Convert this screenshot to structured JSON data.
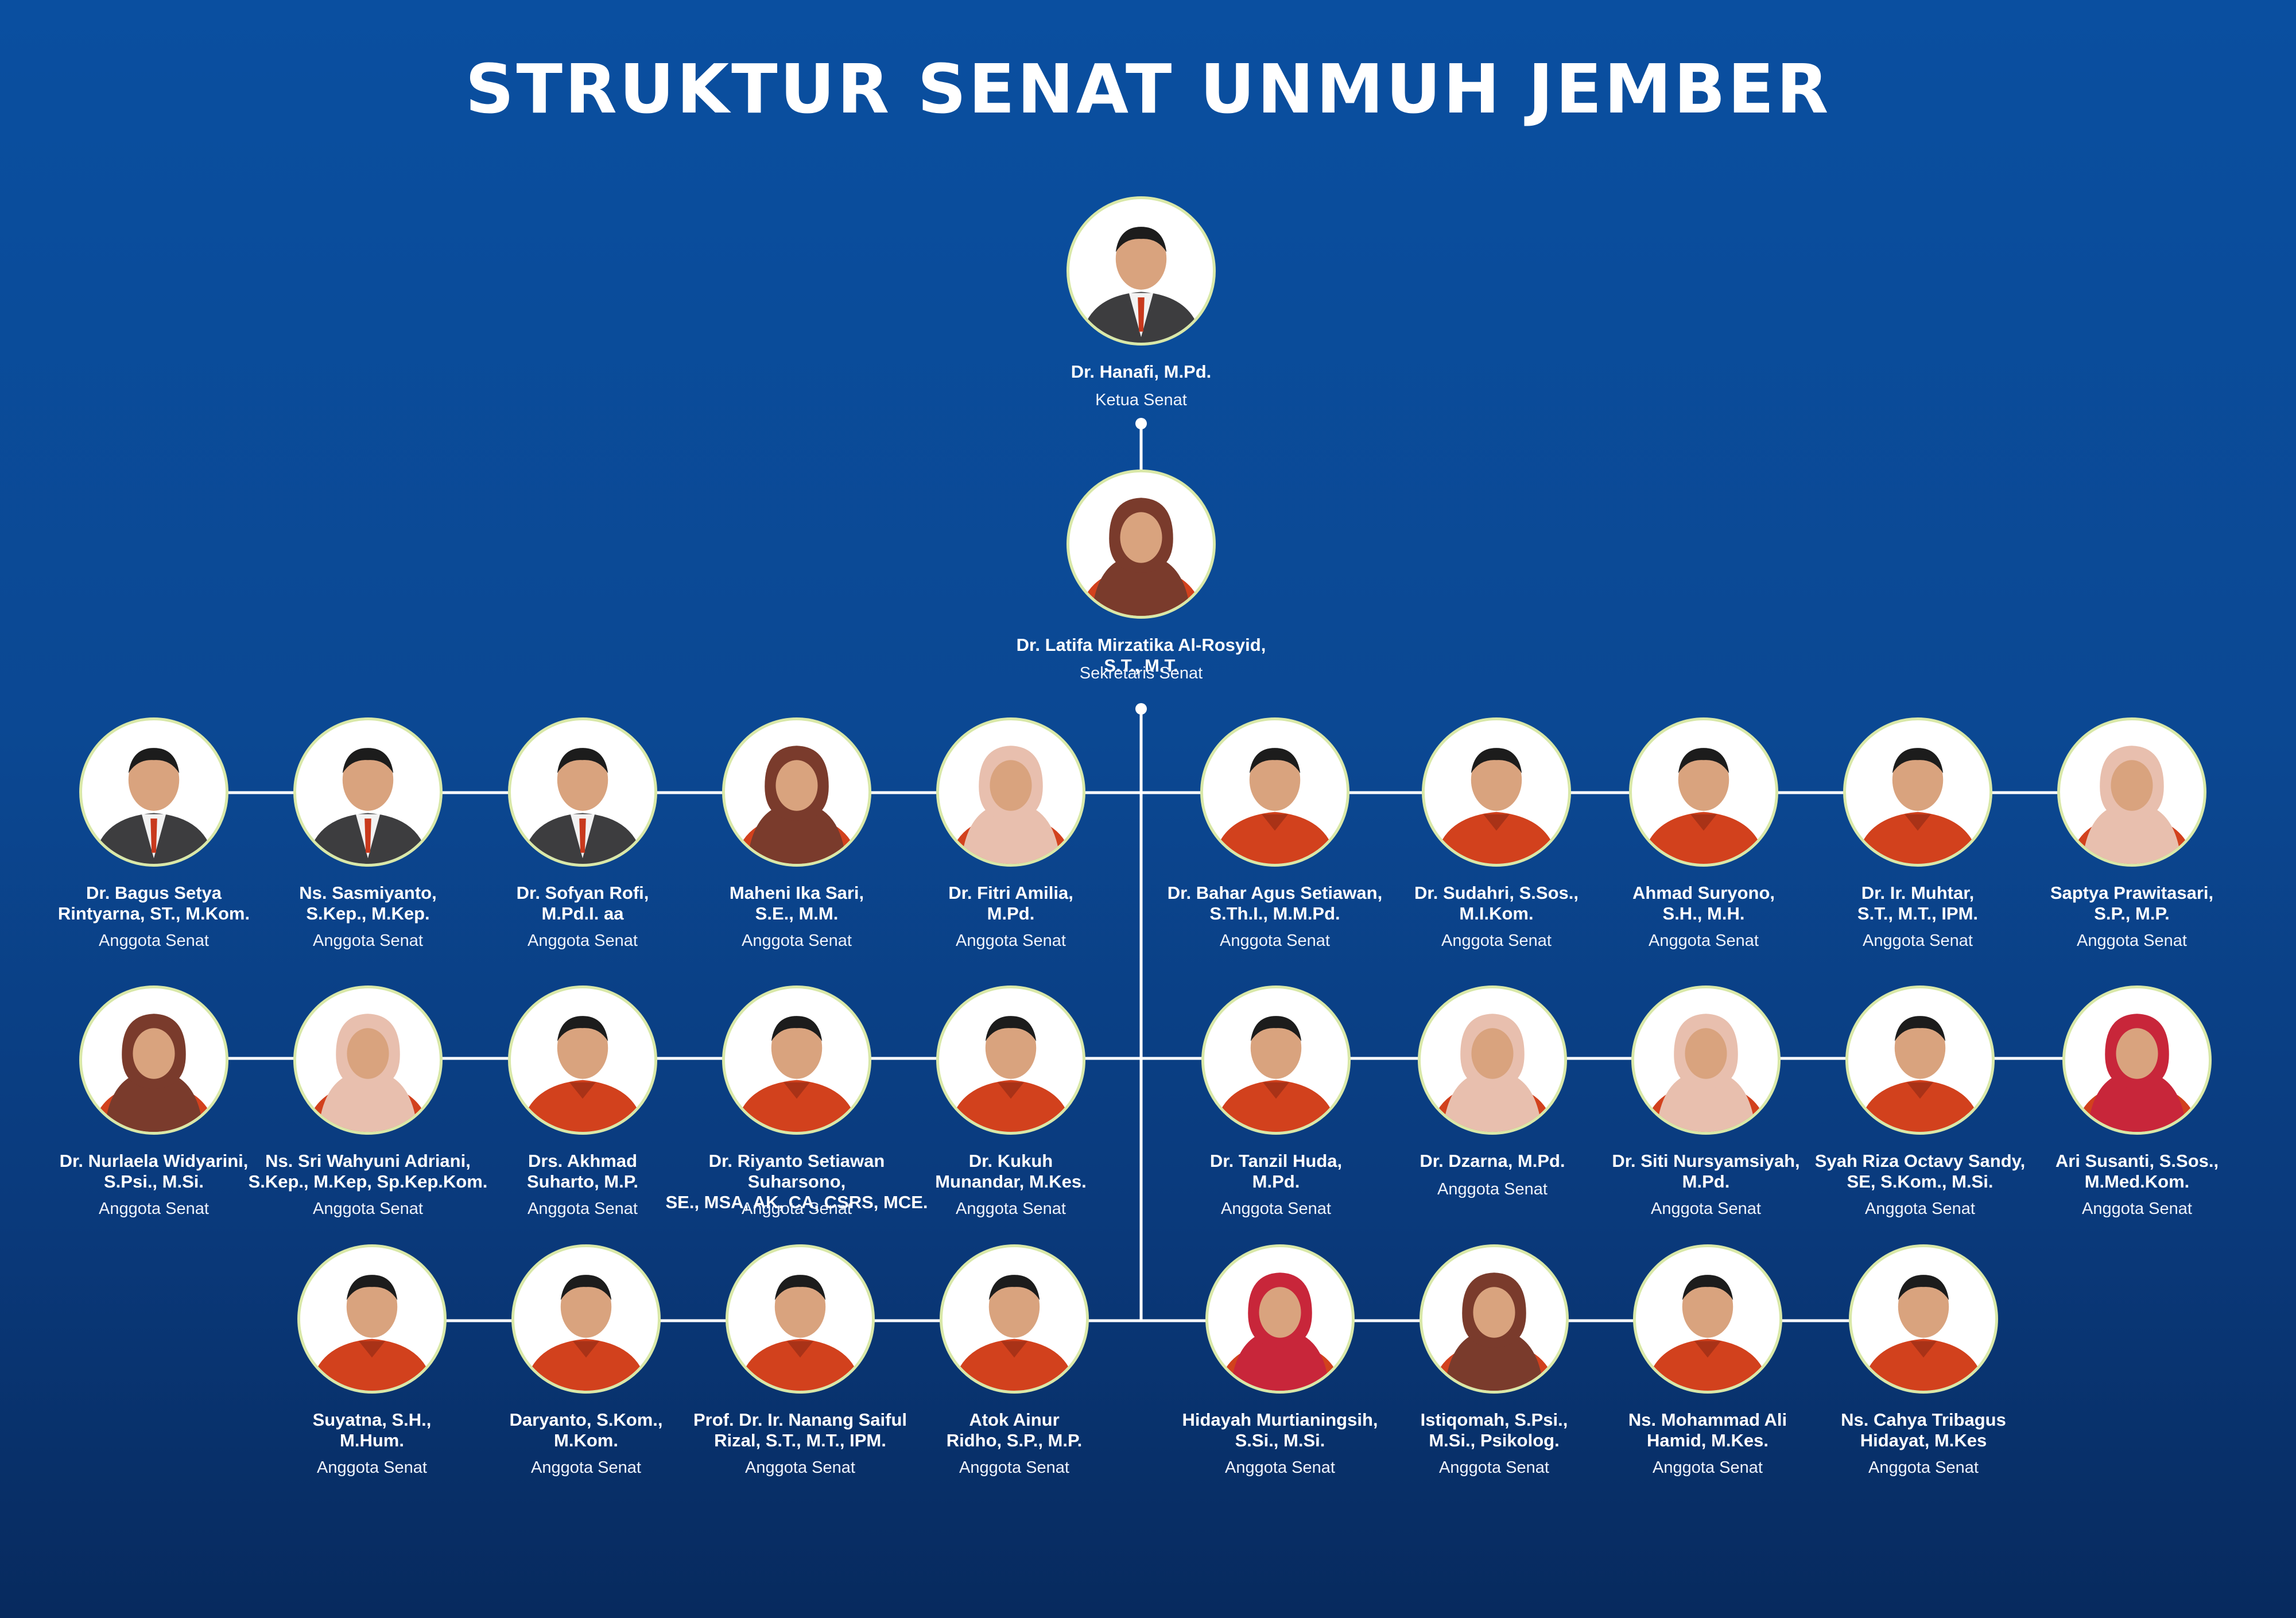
{
  "title": "STRUKTUR SENAT UNMUH JEMBER",
  "colors": {
    "background_top": "#0a4fa0",
    "background_bottom": "#072a5e",
    "line": "#ffffff",
    "photo_ring": "#d9e8a8",
    "uniform": "#d2411d"
  },
  "ketua": {
    "name": "Dr. Hanafi, M.Pd.",
    "role": "Ketua Senat"
  },
  "sekretaris": {
    "name": "Dr. Latifa Mirzatika Al-Rosyid, S.T., M.T.",
    "role": "Sekretaris Senat"
  },
  "members": [
    {
      "name": "Dr. Bagus Setya\nRintyarna, ST., M.Kom.",
      "role": "Anggota Senat"
    },
    {
      "name": "Ns. Sasmiyanto,\nS.Kep., M.Kep.",
      "role": "Anggota Senat"
    },
    {
      "name": "Dr. Sofyan Rofi,\nM.Pd.I. aa",
      "role": "Anggota Senat"
    },
    {
      "name": "Maheni Ika Sari,\nS.E., M.M.",
      "role": "Anggota Senat"
    },
    {
      "name": "Dr. Fitri Amilia,\nM.Pd.",
      "role": "Anggota Senat"
    },
    {
      "name": "Dr. Bahar Agus Setiawan,\nS.Th.I., M.M.Pd.",
      "role": "Anggota Senat"
    },
    {
      "name": "Dr. Sudahri, S.Sos.,\nM.I.Kom.",
      "role": "Anggota Senat"
    },
    {
      "name": "Ahmad Suryono,\nS.H., M.H.",
      "role": "Anggota Senat"
    },
    {
      "name": "Dr. Ir. Muhtar,\nS.T., M.T., IPM.",
      "role": "Anggota Senat"
    },
    {
      "name": "Saptya Prawitasari,\nS.P., M.P.",
      "role": "Anggota Senat"
    },
    {
      "name": "Dr. Nurlaela Widyarini,\nS.Psi., M.Si.",
      "role": "Anggota Senat"
    },
    {
      "name": "Ns. Sri Wahyuni Adriani,\nS.Kep., M.Kep, Sp.Kep.Kom.",
      "role": "Anggota Senat"
    },
    {
      "name": "Drs. Akhmad\nSuharto, M.P.",
      "role": "Anggota Senat"
    },
    {
      "name": "Dr. Riyanto Setiawan Suharsono,\nSE., MSA, AK, CA, CSRS, MCE.",
      "role": "Anggota Senat"
    },
    {
      "name": "Dr. Kukuh\nMunandar, M.Kes.",
      "role": "Anggota Senat"
    },
    {
      "name": "Dr. Tanzil Huda,\nM.Pd.",
      "role": "Anggota Senat"
    },
    {
      "name": "Dr. Dzarna, M.Pd.",
      "role": "Anggota Senat"
    },
    {
      "name": "Dr. Siti Nursyamsiyah,\nM.Pd.",
      "role": "Anggota Senat"
    },
    {
      "name": "Syah Riza Octavy Sandy,\nSE, S.Kom., M.Si.",
      "role": "Anggota Senat"
    },
    {
      "name": "Ari Susanti, S.Sos.,\nM.Med.Kom.",
      "role": "Anggota Senat"
    },
    {
      "name": "Suyatna, S.H.,\nM.Hum.",
      "role": "Anggota Senat"
    },
    {
      "name": "Daryanto, S.Kom.,\nM.Kom.",
      "role": "Anggota Senat"
    },
    {
      "name": "Prof. Dr. Ir. Nanang Saiful\nRizal, S.T., M.T., IPM.",
      "role": "Anggota Senat"
    },
    {
      "name": "Atok Ainur\nRidho, S.P., M.P.",
      "role": "Anggota Senat"
    },
    {
      "name": "Hidayah Murtianingsih,\nS.Si., M.Si.",
      "role": "Anggota Senat"
    },
    {
      "name": "Istiqomah, S.Psi.,\nM.Si., Psikolog.",
      "role": "Anggota Senat"
    },
    {
      "name": "Ns. Mohammad Ali\nHamid, M.Kes.",
      "role": "Anggota Senat"
    },
    {
      "name": "Ns. Cahya Tribagus\nHidayat, M.Kes",
      "role": "Anggota Senat"
    }
  ]
}
